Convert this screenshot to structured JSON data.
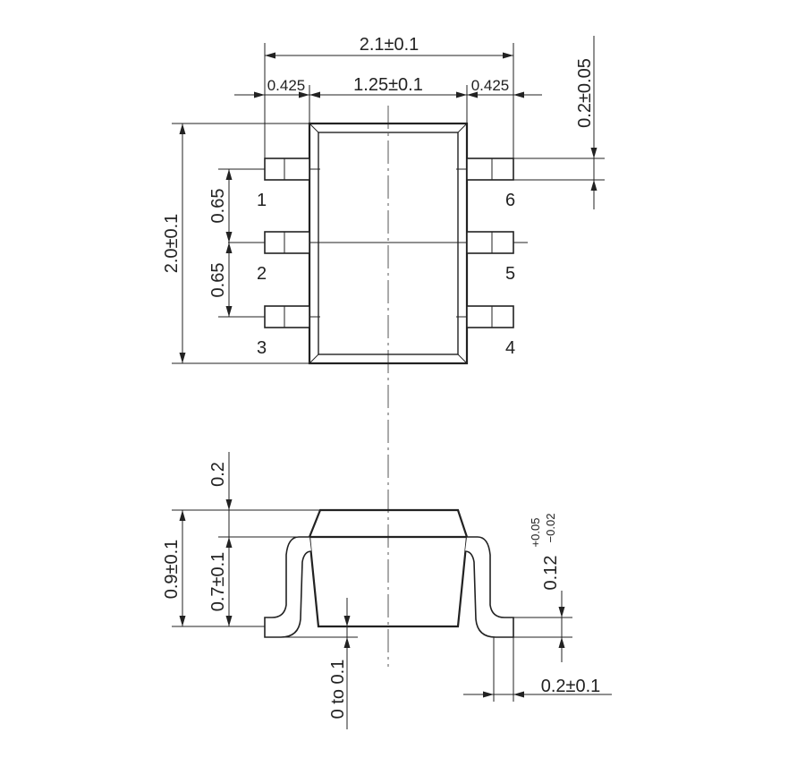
{
  "top_view": {
    "dims": {
      "overall_width": "2.1±0.1",
      "body_width": "1.25±0.1",
      "lead_left": "0.425",
      "lead_right": "0.425",
      "lead_width": "0.2±0.05",
      "overall_length": "2.0±0.1",
      "pitch_1": "0.65",
      "pitch_2": "0.65"
    },
    "pins": [
      "1",
      "2",
      "3",
      "4",
      "5",
      "6"
    ]
  },
  "side_view": {
    "dims": {
      "top_offset": "0.2",
      "total_height": "0.9±0.1",
      "body_height": "0.7±0.1",
      "lead_thickness": "0.12",
      "lead_tol_plus": "+0.05",
      "lead_tol_minus": "−0.02",
      "standoff": "0 to 0.1",
      "foot_length": "0.2±0.1"
    }
  }
}
